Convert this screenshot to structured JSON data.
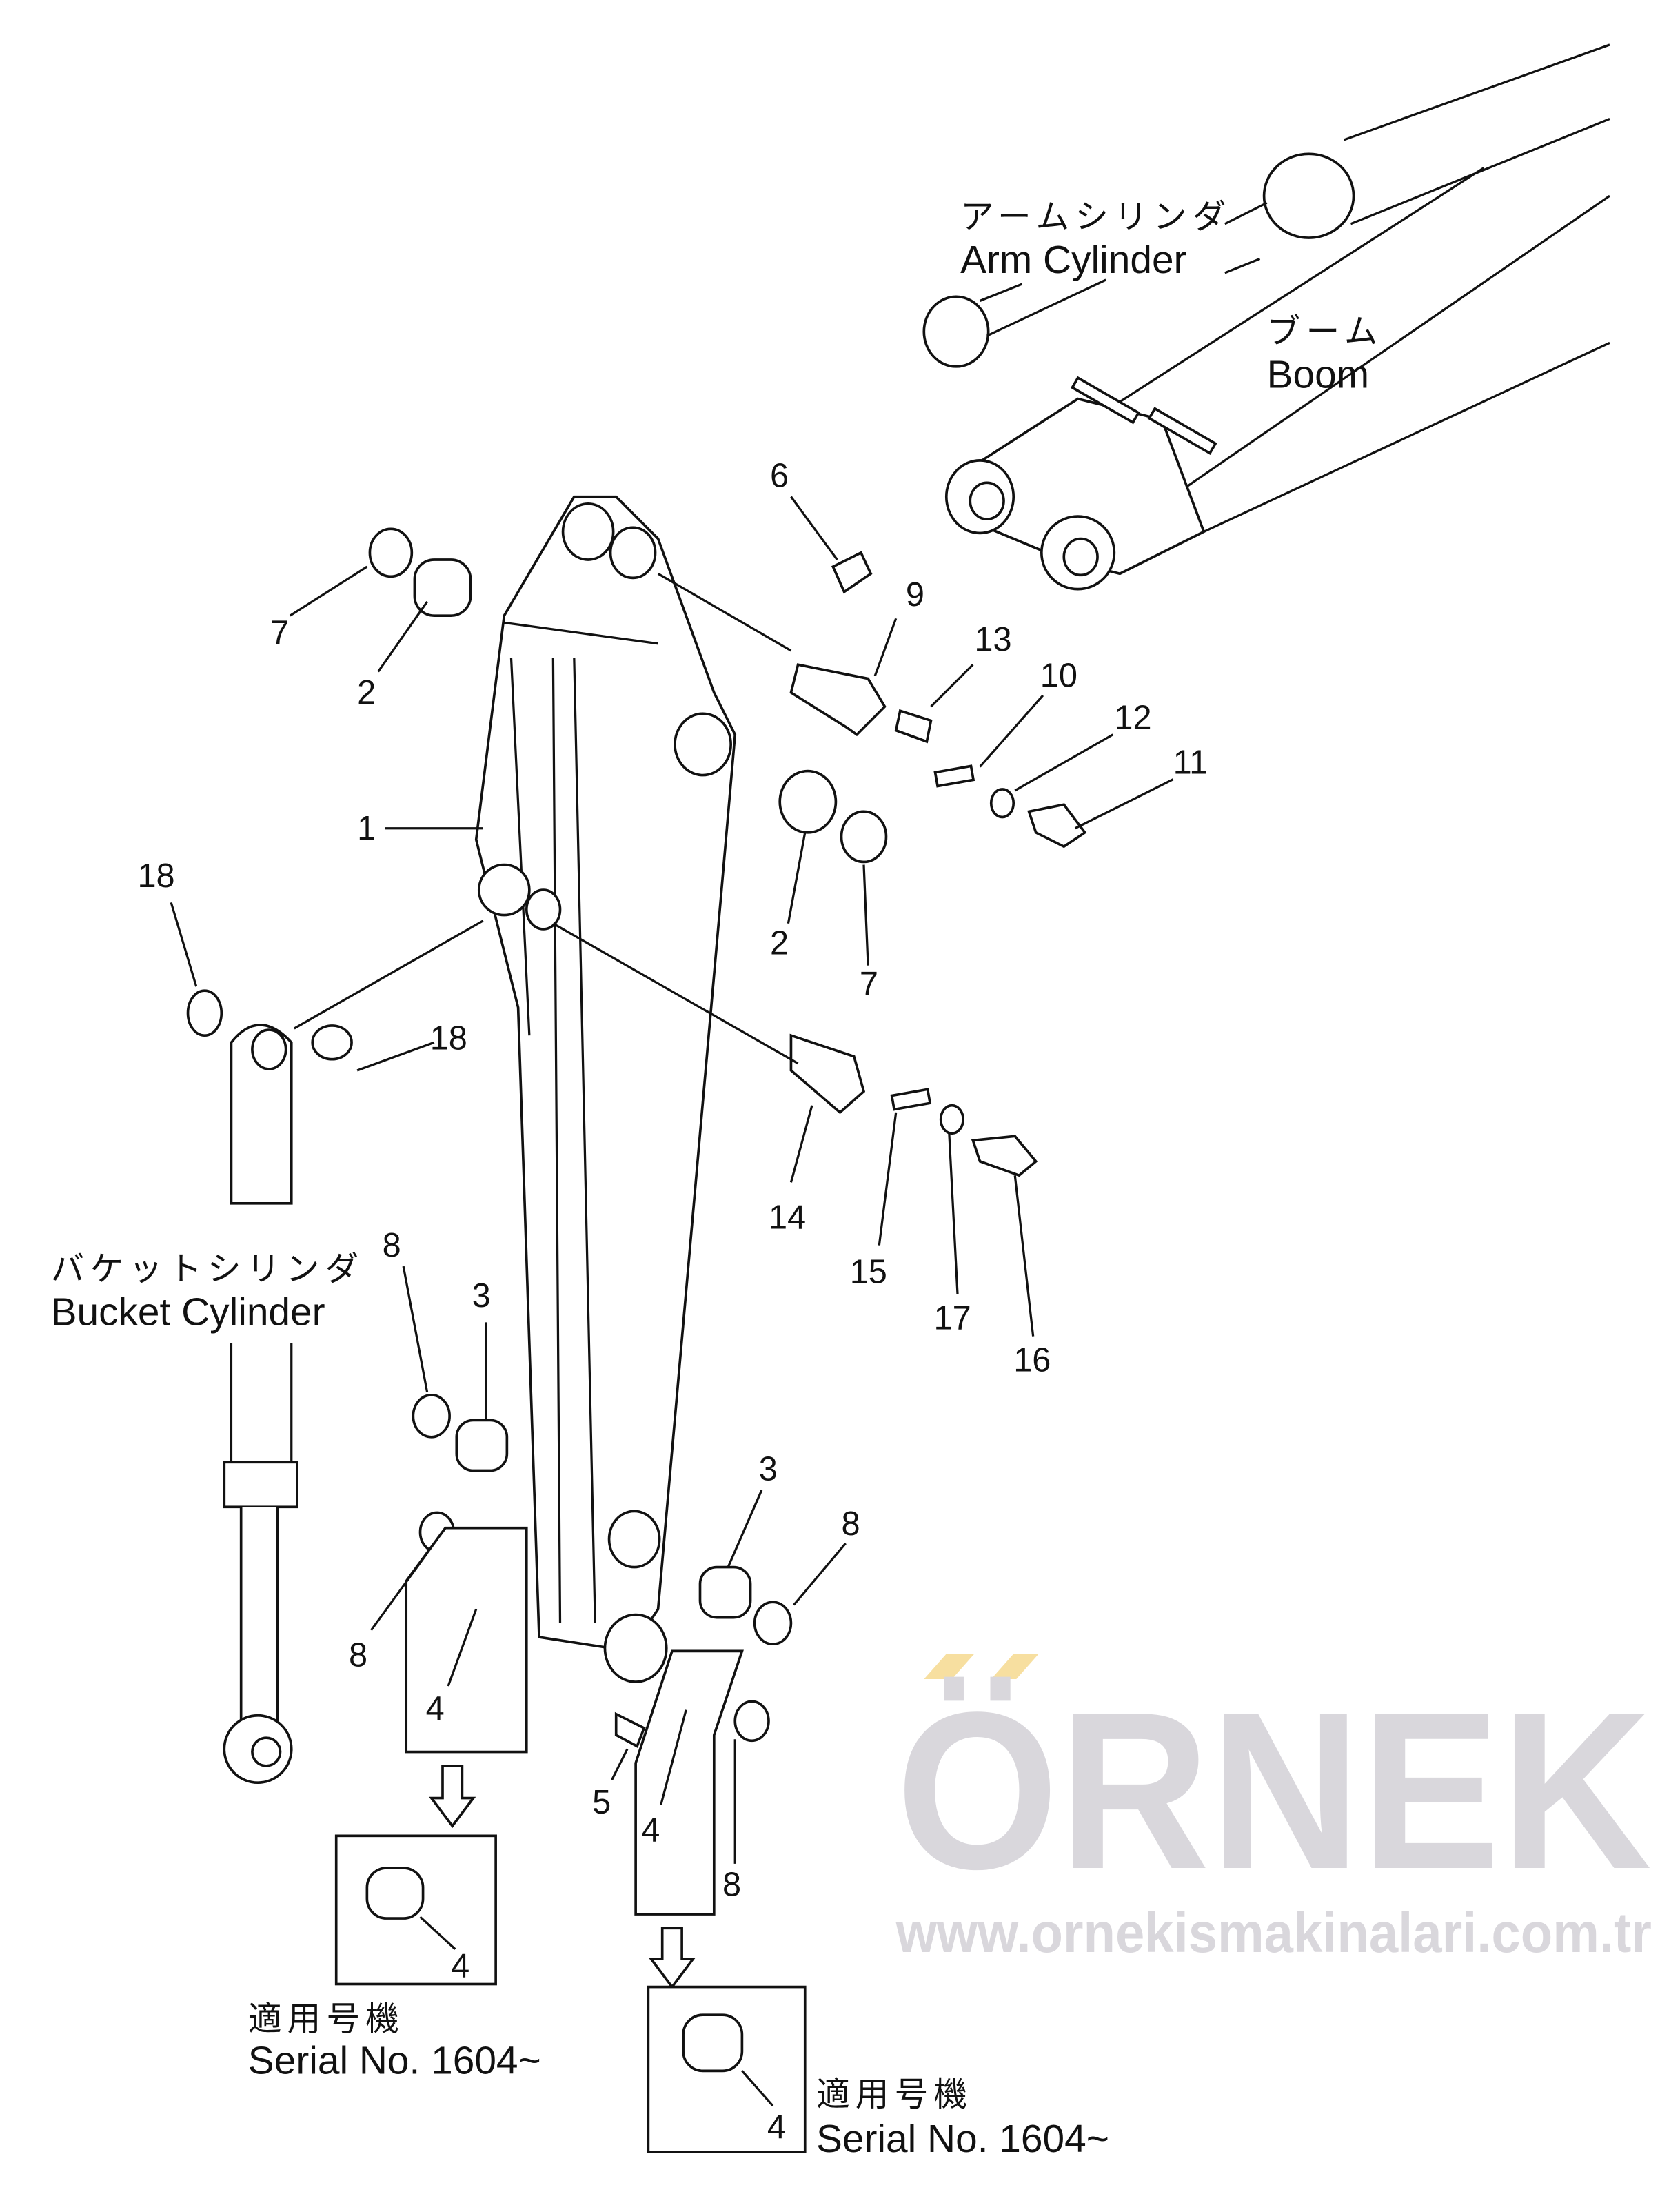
{
  "watermark": {
    "brand": "ÖRNEK",
    "url": "www.ornekismakinalari.com.tr",
    "color": "#d9d7dc",
    "accent": "#f7dfa0"
  },
  "labels": {
    "arm_cylinder_jp": "アームシリンダ",
    "arm_cylinder_en": "Arm Cylinder",
    "boom_jp": "ブーム",
    "boom_en": "Boom",
    "bucket_cylinder_jp": "バケットシリンダ",
    "bucket_cylinder_en": "Bucket Cylinder",
    "serial_left_jp": "適用号機",
    "serial_left_en": "Serial No. 1604~",
    "serial_right_jp": "適用号機",
    "serial_right_en": "Serial No. 1604~"
  },
  "callouts": [
    "6",
    "9",
    "13",
    "10",
    "12",
    "11",
    "7",
    "2",
    "1",
    "2",
    "7",
    "18",
    "18",
    "14",
    "15",
    "17",
    "16",
    "8",
    "3",
    "3",
    "8",
    "8",
    "4",
    "5",
    "4",
    "8",
    "4",
    "4"
  ]
}
